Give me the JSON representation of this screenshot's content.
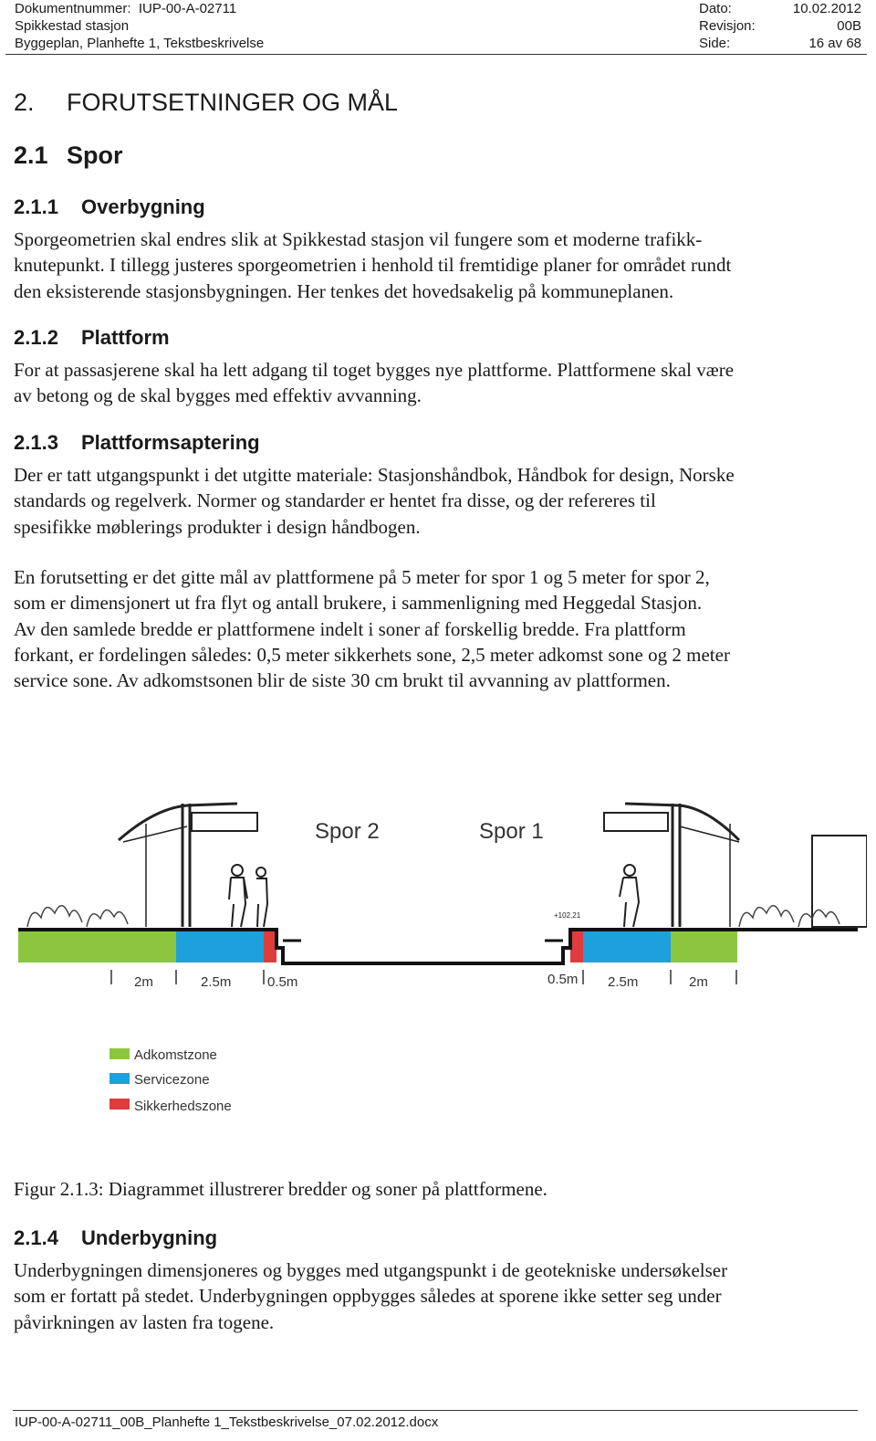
{
  "header": {
    "doc_number_label": "Dokumentnummer:",
    "doc_number": "IUP-00-A-02711",
    "station": "Spikkestad stasjon",
    "plan": "Byggeplan, Planhefte 1, Tekstbeskrivelse",
    "date_label": "Dato:",
    "date": "10.02.2012",
    "revision_label": "Revisjon:",
    "revision": "00B",
    "page_label": "Side:",
    "page": "16 av 68"
  },
  "section": {
    "number": "2.",
    "title": "FORUTSETNINGER OG MÅL"
  },
  "subsection": {
    "number": "2.1",
    "title": "Spor"
  },
  "s211": {
    "number": "2.1.1",
    "title": "Overbygning",
    "lines": [
      "Sporgeometrien skal endres slik at Spikkestad stasjon vil fungere som et moderne trafikk-",
      "knutepunkt. I tillegg justeres sporgeometrien i henhold til fremtidige planer for området rundt",
      "den eksisterende stasjonsbygningen. Her tenkes det hovedsakelig på kommuneplanen."
    ]
  },
  "s212": {
    "number": "2.1.2",
    "title": "Plattform",
    "lines": [
      "For at passasjerene skal ha lett adgang til toget bygges nye plattforme. Plattformene skal være",
      "av betong og de skal bygges med effektiv avvanning."
    ]
  },
  "s213": {
    "number": "2.1.3",
    "title": "Plattformsaptering",
    "lines": [
      "Der er tatt utgangspunkt i det utgitte materiale: Stasjonshåndbok, Håndbok for design, Norske",
      "standards og regelverk. Normer og standarder er hentet fra disse, og der refereres til",
      "spesifikke møblerings produkter i design håndbogen."
    ],
    "lines2": [
      "En forutsetting er det gitte mål av plattformene på 5 meter for spor 1 og 5 meter for spor 2,",
      "som er dimensjonert ut fra flyt og antall brukere, i sammenligning med Heggedal Stasjon.",
      "Av den samlede bredde er plattformene indelt i soner af forskellig bredde. Fra plattform",
      "forkant, er fordelingen således: 0,5 meter sikkerhets sone, 2,5 meter adkomst sone og 2 meter",
      "service sone. Av adkomstsonen blir de siste 30 cm brukt til avvanning av plattformen."
    ]
  },
  "figure": {
    "spor2": "Spor 2",
    "spor1": "Spor 1",
    "dim_left": [
      "2m",
      "2.5m",
      "0.5m"
    ],
    "dim_right": [
      "0.5m",
      "2.5m",
      "2m"
    ],
    "small_label": "+102,21",
    "legend": [
      {
        "label": "Adkomstzone",
        "color": "#8cc63f"
      },
      {
        "label": "Servicezone",
        "color": "#1ea0dc"
      },
      {
        "label": "Sikkerhedszone",
        "color": "#e03c3c"
      }
    ]
  },
  "caption": "Figur 2.1.3: Diagrammet illustrerer bredder og soner på plattformene.",
  "s214": {
    "number": "2.1.4",
    "title": "Underbygning",
    "lines": [
      "Underbygningen dimensjoneres og bygges med utgangspunkt i de geotekniske undersøkelser",
      "som er fortatt på stedet. Underbygningen oppbygges således at sporene ikke setter seg under",
      "påvirkningen av lasten fra togene."
    ]
  },
  "footer": "IUP-00-A-02711_00B_Planhefte 1_Tekstbeskrivelse_07.02.2012.docx"
}
